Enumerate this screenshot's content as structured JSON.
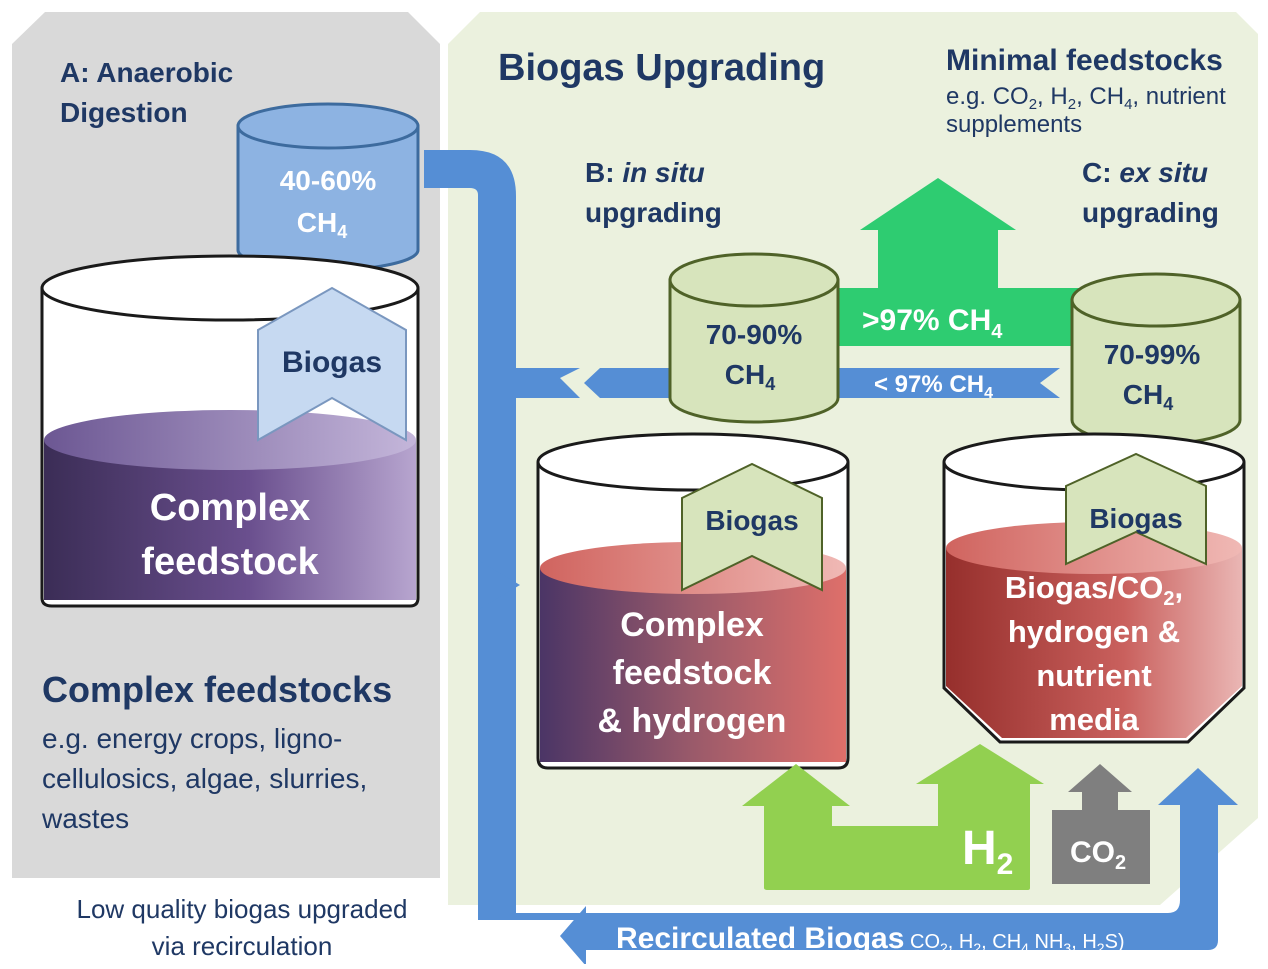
{
  "panel_a": {
    "title_line1": "A: Anaerobic",
    "title_line2": "Digestion",
    "tank_line1": "40-60%",
    "tank_line2": "CH",
    "tank_sub": "4",
    "biogas": "Biogas",
    "feed_line1": "Complex",
    "feed_line2": "feedstock",
    "heading": "Complex feedstocks",
    "desc_line1": "e.g. energy crops, ligno-",
    "desc_line2": "cellulosics, algae, slurries,",
    "desc_line3": "wastes"
  },
  "upgrading": {
    "title": "Biogas Upgrading",
    "minimal_title": "Minimal feedstocks",
    "minimal_l1_a": "e.g. CO",
    "minimal_l1_b": "2",
    "minimal_l1_c": ", H",
    "minimal_l1_d": "2",
    "minimal_l1_e": ", CH",
    "minimal_l1_f": "4",
    "minimal_l1_g": ", nutrient",
    "minimal_l2": "supplements"
  },
  "panel_b": {
    "title_a": "B: ",
    "title_b": "in situ",
    "title_line2": "upgrading",
    "tank_line1": "70-90%",
    "tank_line2": "CH",
    "tank_sub": "4",
    "biogas": "Biogas",
    "feed_line1": "Complex",
    "feed_line2": "feedstock",
    "feed_line3": "& hydrogen"
  },
  "panel_c": {
    "title_a": "C: ",
    "title_b": "ex situ",
    "title_line2": "upgrading",
    "tank_line1": "70-99%",
    "tank_line2": "CH",
    "tank_sub": "4",
    "biogas": "Biogas",
    "feed_line1a": "Biogas/CO",
    "feed_line1b": "2",
    "feed_line1c": ",",
    "feed_line2": "hydrogen &",
    "feed_line3": "nutrient",
    "feed_line4": "media"
  },
  "arrows": {
    "high_ch4": ">97% CH",
    "high_ch4_sub": "4",
    "low_ch4": "< 97% CH",
    "low_ch4_sub": "4",
    "h2": "H",
    "h2_sub": "2",
    "co2": "CO",
    "co2_sub": "2"
  },
  "recirc": {
    "label": "Recirculated Biogas",
    "gases_a": " CO",
    "gases_b": "2",
    "gases_c": ", H",
    "gases_d": "2",
    "gases_e": ", CH",
    "gases_f": "4",
    "gases_g": " NH",
    "gases_h": "3",
    "gases_i": ", H",
    "gases_j": "2",
    "gases_k": "S)"
  },
  "footer": {
    "line1": "Low quality biogas upgraded",
    "line2": "via recirculation"
  },
  "colors": {
    "panel_grey": "#d9d9d9",
    "panel_green": "#ebf1de",
    "blue_arrow": "#558ed5",
    "green_arrow": "#2ecc71",
    "h2_green": "#92d050",
    "co2_grey": "#7f7f7f",
    "tank_blue": "#8db3e2",
    "tank_green": "#d7e4bc",
    "text_navy": "#1f3864"
  }
}
